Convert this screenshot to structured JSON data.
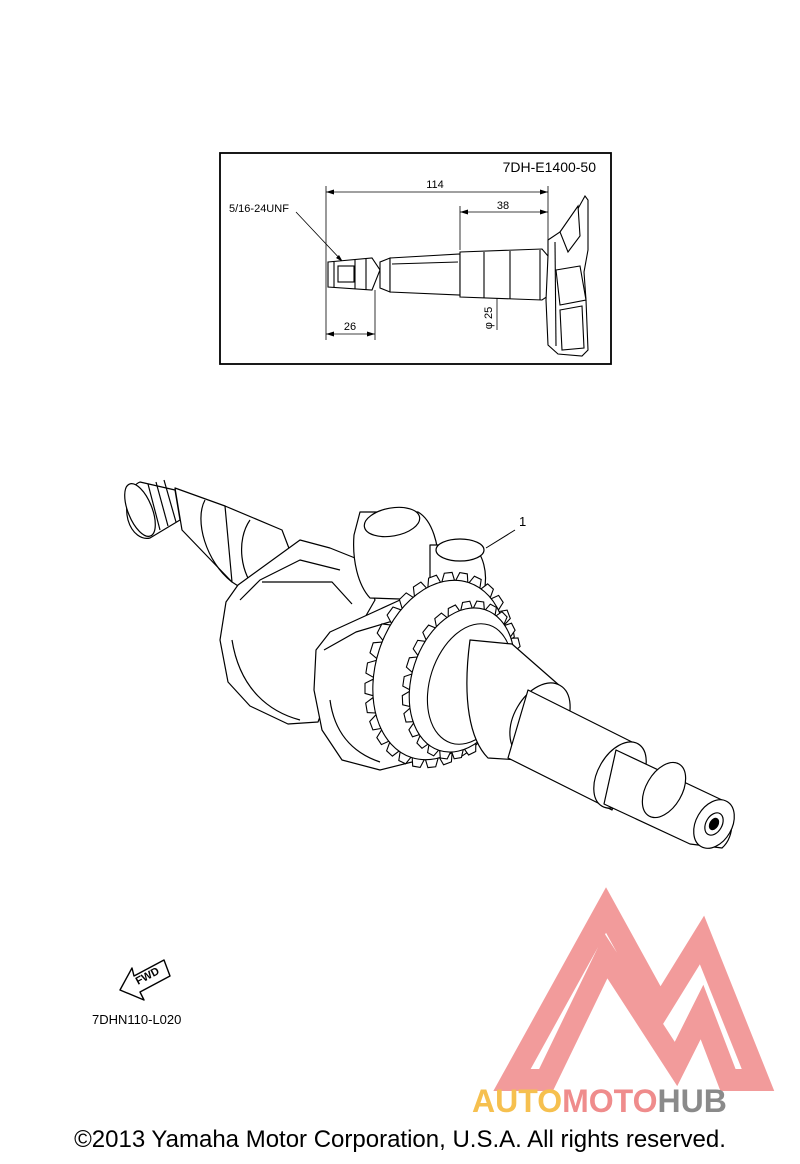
{
  "detail_box": {
    "part_number": "7DH-E1400-50",
    "thread_label": "5/16-24UNF",
    "dim_overall": "114",
    "dim_taper": "38",
    "dim_thread": "26",
    "dim_diameter": "φ 25"
  },
  "main": {
    "callout_1": "1",
    "fwd_label": "FWD",
    "diagram_code": "7DHN110-L020"
  },
  "watermark": {
    "auto": "AUTO",
    "moto": "MOTO",
    "hub": "HUB",
    "colors": {
      "triangle": "#f08a8a",
      "auto": "#f6c04f",
      "moto": "#ef8c8c",
      "hub": "#8a8a8a"
    }
  },
  "footer": {
    "copyright": "©2013 Yamaha Motor Corporation, U.S.A. All rights reserved."
  }
}
